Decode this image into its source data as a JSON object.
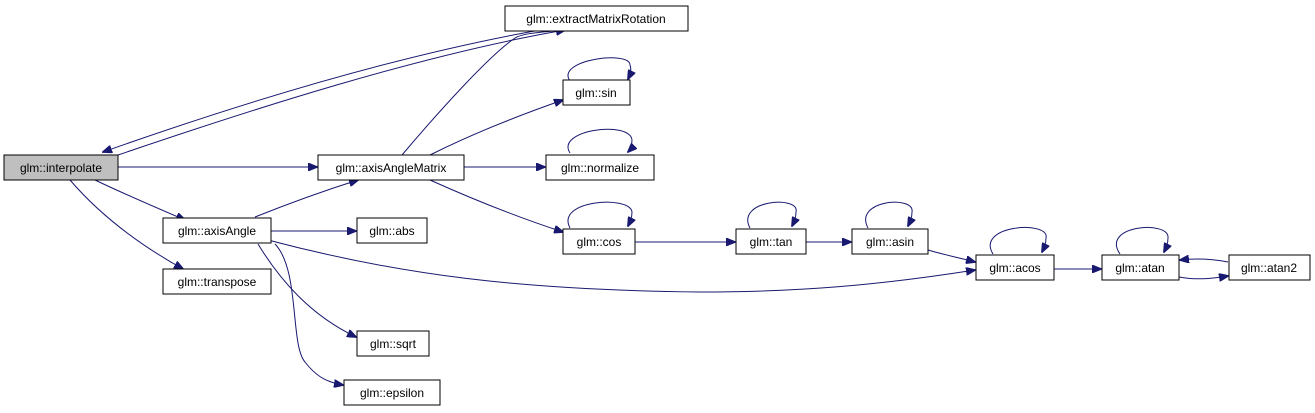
{
  "edge_color": "#191970",
  "root_fill": "#bfbfbf",
  "nodes": {
    "interpolate": "glm::interpolate",
    "extractMatrixRotation": "glm::extractMatrixRotation",
    "axisAngleMatrix": "glm::axisAngleMatrix",
    "axisAngle": "glm::axisAngle",
    "transpose": "glm::transpose",
    "sin": "glm::sin",
    "normalize": "glm::normalize",
    "cos": "glm::cos",
    "abs": "glm::abs",
    "sqrt": "glm::sqrt",
    "epsilon": "glm::epsilon",
    "tan": "glm::tan",
    "asin": "glm::asin",
    "acos": "glm::acos",
    "atan": "glm::atan",
    "atan2": "glm::atan2"
  },
  "edges": [
    [
      "interpolate",
      "extractMatrixRotation"
    ],
    [
      "extractMatrixRotation",
      "interpolate"
    ],
    [
      "interpolate",
      "axisAngleMatrix"
    ],
    [
      "interpolate",
      "axisAngle"
    ],
    [
      "interpolate",
      "transpose"
    ],
    [
      "axisAngleMatrix",
      "extractMatrixRotation"
    ],
    [
      "axisAngleMatrix",
      "sin"
    ],
    [
      "axisAngleMatrix",
      "normalize"
    ],
    [
      "axisAngleMatrix",
      "cos"
    ],
    [
      "axisAngle",
      "axisAngleMatrix"
    ],
    [
      "axisAngle",
      "abs"
    ],
    [
      "axisAngle",
      "sqrt"
    ],
    [
      "axisAngle",
      "epsilon"
    ],
    [
      "axisAngle",
      "acos"
    ],
    [
      "sin",
      "sin"
    ],
    [
      "normalize",
      "normalize"
    ],
    [
      "cos",
      "cos"
    ],
    [
      "cos",
      "tan"
    ],
    [
      "tan",
      "tan"
    ],
    [
      "tan",
      "asin"
    ],
    [
      "asin",
      "asin"
    ],
    [
      "asin",
      "acos"
    ],
    [
      "acos",
      "acos"
    ],
    [
      "acos",
      "atan"
    ],
    [
      "atan",
      "atan"
    ],
    [
      "atan",
      "atan2"
    ],
    [
      "atan2",
      "atan"
    ]
  ]
}
